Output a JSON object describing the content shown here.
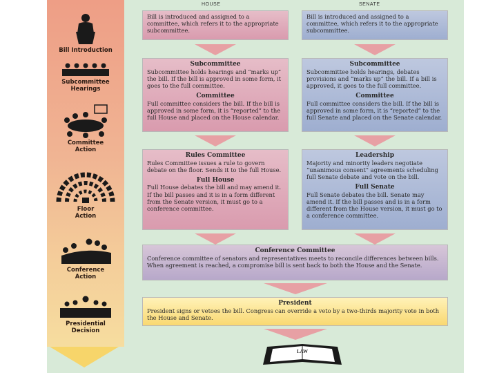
{
  "columns": {
    "house": "HOUSE",
    "senate": "SENATE"
  },
  "stages": [
    {
      "label": "Bill Introduction",
      "icon": "speaker-at-podium-icon"
    },
    {
      "label": "Subcommittee\nHearings",
      "icon": "hearing-panel-icon"
    },
    {
      "label": "Committee\nAction",
      "icon": "committee-meeting-icon"
    },
    {
      "label": "Floor\nAction",
      "icon": "chamber-floor-icon"
    },
    {
      "label": "Conference\nAction",
      "icon": "conference-group-icon"
    },
    {
      "label": "Presidential\nDecision",
      "icon": "president-signing-icon"
    }
  ],
  "house": {
    "intro": "Bill is introduced and assigned to a committee, which refers it to the appropriate subcommittee.",
    "subcommittee": {
      "title": "Subcommittee",
      "text": "Subcommittee holds hearings and “marks up” the bill. If the bill is approved in some form, it goes to the full committee."
    },
    "committee": {
      "title": "Committee",
      "text": "Full committee considers the bill. If the bill is approved in some form, it is “reported” to the full House and placed on the House calendar."
    },
    "rules": {
      "title": "Rules Committee",
      "text": "Rules Committee issues a rule to govern debate on the floor. Sends it to the full House."
    },
    "floor": {
      "title": "Full House",
      "text": "Full House debates the bill and may amend it. If the bill passes and it is in a form different from the Senate version, it must go to a conference committee."
    }
  },
  "senate": {
    "intro": "Bill is introduced and assigned to a committee, which refers it to the appropriate subcommittee.",
    "subcommittee": {
      "title": "Subcommittee",
      "text": "Subcommittee holds hearings, debates provisions and “marks up” the bill. If a bill is approved, it goes to the full committee."
    },
    "committee": {
      "title": "Committee",
      "text": "Full committee considers the bill. If the bill is approved in some form, it is “reported” to the full Senate and placed on the Senate calendar."
    },
    "leadership": {
      "title": "Leadership",
      "text": "Majority and minority leaders negotiate “unanimous consent” agreements scheduling full Senate debate and vote on the bill."
    },
    "floor": {
      "title": "Full Senate",
      "text": "Full Senate debates the bill. Senate may amend it. If the bill passes and is in a form different from the House version, it must go to a conference committee."
    }
  },
  "conference": {
    "title": "Conference Committee",
    "text": "Conference committee of senators and representatives meets to reconcile differences between bills. When agreement is reached, a compromise bill is sent back to both the House and the Senate."
  },
  "president": {
    "title": "President",
    "text": "President signs or vetoes the bill. Congress can override a veto by a two-thirds majority vote in both the House and Senate."
  },
  "law": "LAW",
  "colors": {
    "house": "#d99bae",
    "senate": "#9eaed0",
    "president": "#f9d871",
    "arrow": "#e7a0a4",
    "background": "#d8ead8"
  }
}
